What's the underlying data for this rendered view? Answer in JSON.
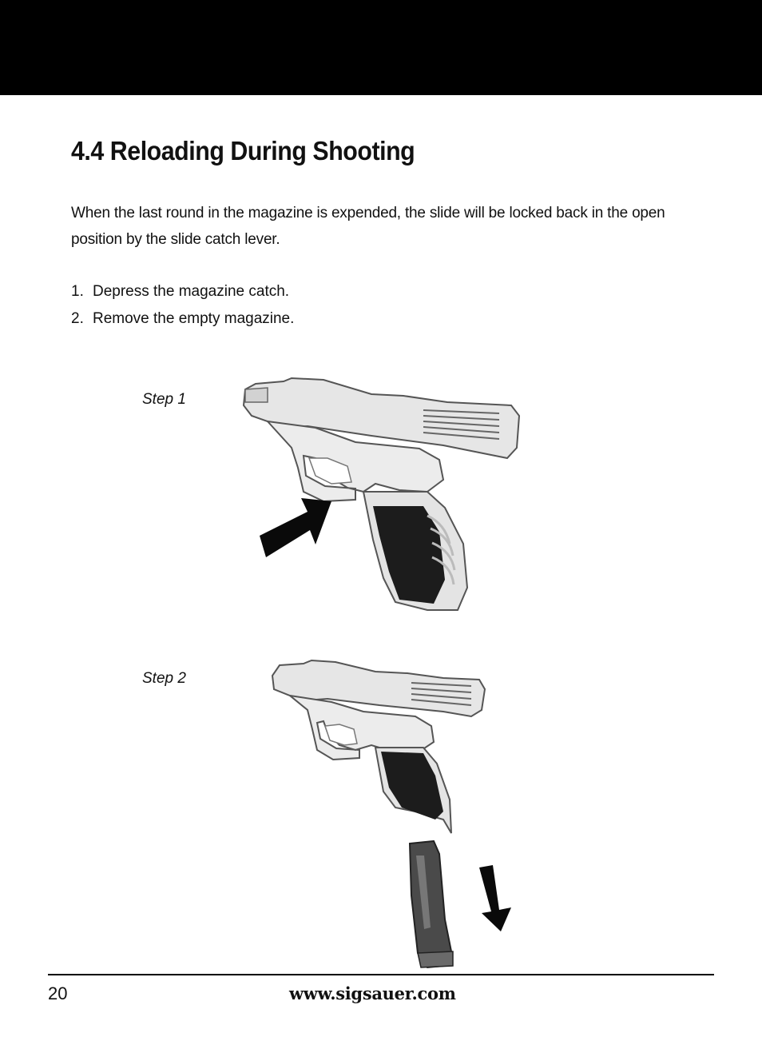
{
  "header": {
    "bar_color": "#000000"
  },
  "section": {
    "title": "4.4 Reloading During Shooting",
    "intro": "When the last round in the magazine is expended, the slide will be locked back in the open position by the slide catch lever.",
    "steps": [
      {
        "number": "1.",
        "text": "Depress the magazine catch."
      },
      {
        "number": "2.",
        "text": "Remove the empty magazine."
      }
    ]
  },
  "figures": {
    "step1": {
      "label": "Step 1",
      "illustration": "pistol-slide-locked-back-icon",
      "arrow": "arrow-pointing-to-magazine-catch"
    },
    "step2": {
      "label": "Step 2",
      "illustration": "pistol-magazine-removed-icon",
      "arrow": "arrow-pointing-down"
    }
  },
  "footer": {
    "page_number": "20",
    "website": "www.sigsauer.com"
  }
}
